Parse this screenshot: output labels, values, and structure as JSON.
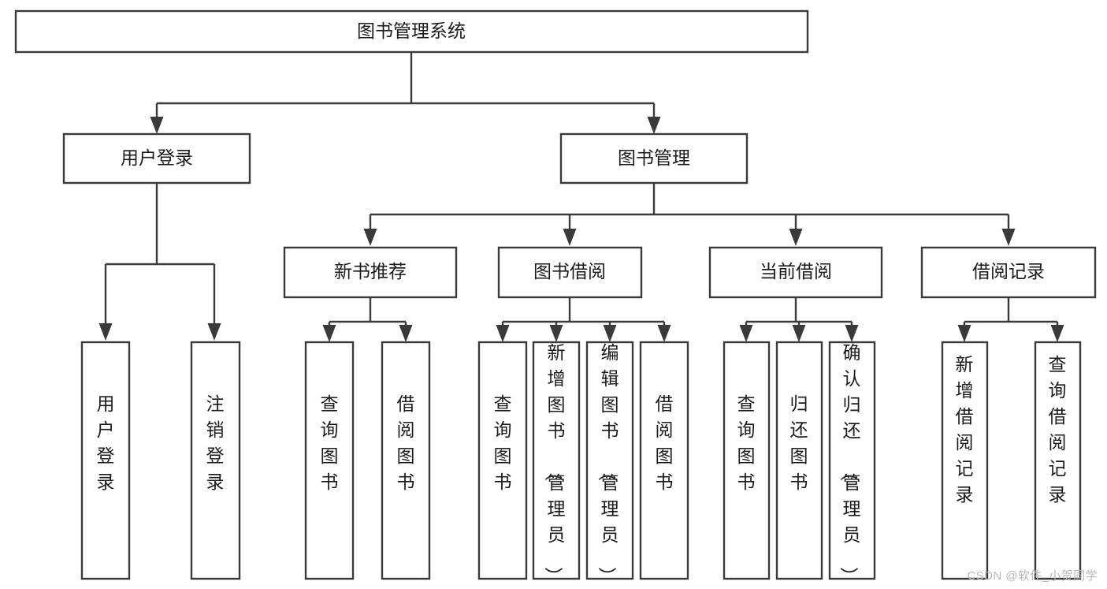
{
  "diagram": {
    "type": "tree-hierarchy-chart",
    "title": "图书管理系统",
    "orientation": "top-down",
    "colors": {
      "box_stroke": "#3a3a3a",
      "box_fill": "#ffffff",
      "connector": "#3a3a3a",
      "text": "#1b1b1b",
      "background": "#ffffff",
      "watermark": "#b8b8b8"
    },
    "root": {
      "label": "图书管理系统"
    },
    "level1": [
      {
        "label": "用户登录"
      },
      {
        "label": "图书管理"
      }
    ],
    "level2": [
      {
        "label": "新书推荐"
      },
      {
        "label": "图书借阅"
      },
      {
        "label": "当前借阅"
      },
      {
        "label": "借阅记录"
      }
    ],
    "leaves": {
      "user_login": [
        {
          "label": "用户登录"
        },
        {
          "label": "注销登录"
        }
      ],
      "new_book_recommend": [
        {
          "label": "查询图书"
        },
        {
          "label": "借阅图书"
        }
      ],
      "book_borrow": [
        {
          "label": "查询图书"
        },
        {
          "label": "新增图书（管理员）"
        },
        {
          "label": "编辑图书（管理员）"
        },
        {
          "label": "借阅图书"
        }
      ],
      "current_borrow": [
        {
          "label": "查询图书"
        },
        {
          "label": "归还图书"
        },
        {
          "label": "确认归还（管理员）"
        }
      ],
      "borrow_record": [
        {
          "label": "新增借阅记录"
        },
        {
          "label": "查询借阅记录"
        }
      ]
    }
  },
  "watermark": {
    "text": "CSDN @软件_小贺同学"
  }
}
